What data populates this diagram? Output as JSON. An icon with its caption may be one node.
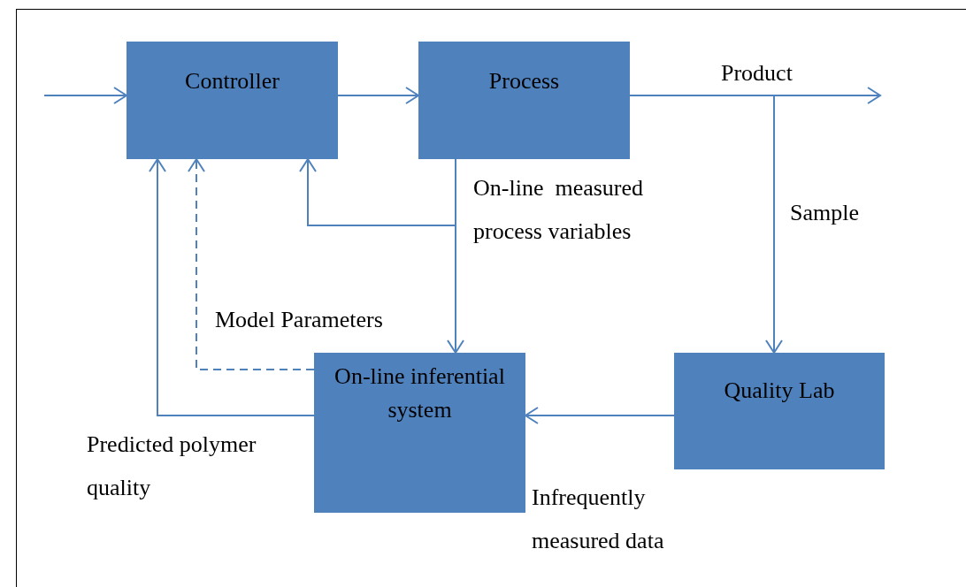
{
  "diagram": {
    "nodes": [
      {
        "text": [
          "Controller"
        ]
      },
      {
        "text": [
          "Process"
        ]
      },
      {
        "text": [
          "On-line inferential system"
        ]
      },
      {
        "text": [
          "Quality Lab"
        ]
      }
    ],
    "edges": [
      {
        "from": null,
        "to": 0,
        "arrow": "to"
      },
      {
        "from": 0,
        "to": 1,
        "arrow": "to"
      },
      {
        "from": 1,
        "to": null,
        "arrow": "to",
        "label": "Product"
      },
      {
        "from": 1,
        "to": 3,
        "arrow": "to",
        "label": "Sample"
      },
      {
        "from": 1,
        "to": 0,
        "arrow": "to"
      },
      {
        "from": 1,
        "to": 2,
        "arrow": "to",
        "label": "On-line  measured process variables"
      },
      {
        "from": 2,
        "to": 0,
        "arrow": "to",
        "style": "dashed",
        "label": "Model Parameters"
      },
      {
        "from": 2,
        "to": 0,
        "arrow": "to",
        "label": "Predicted polymer quality"
      },
      {
        "from": 3,
        "to": 2,
        "arrow": "to",
        "label": "Infrequently measured data"
      }
    ]
  }
}
